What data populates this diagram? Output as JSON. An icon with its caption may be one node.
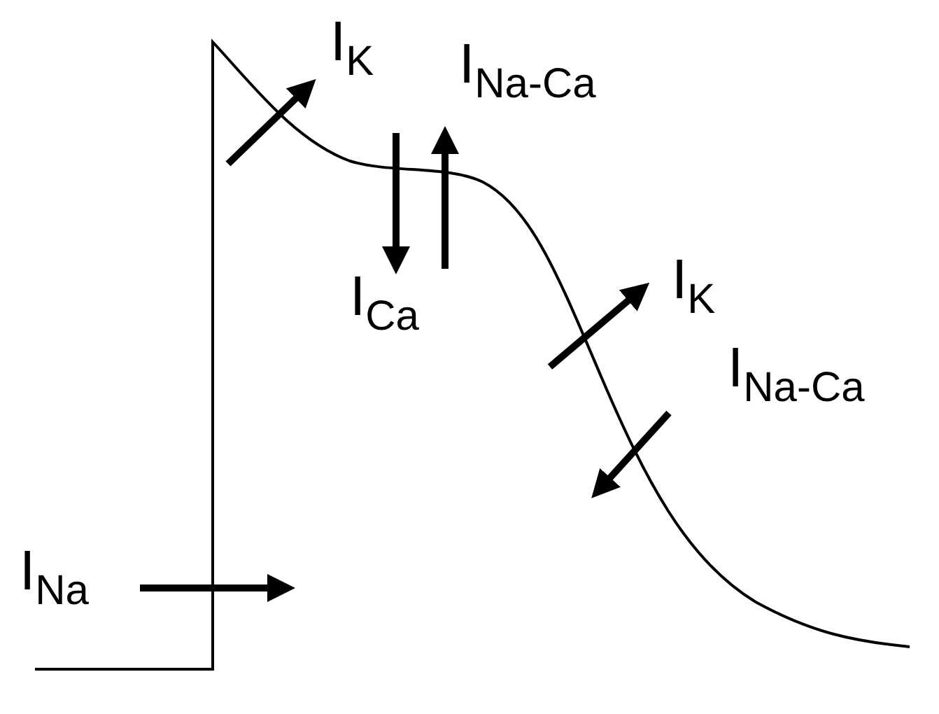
{
  "diagram": {
    "labels": [
      "I$_{K}$",
      "I$_{Na-Ca}$",
      "I$_{Ca}$",
      "I$_{K}$",
      "I$_{Na-Ca}$",
      "I$_{Na}$"
    ]
  }
}
